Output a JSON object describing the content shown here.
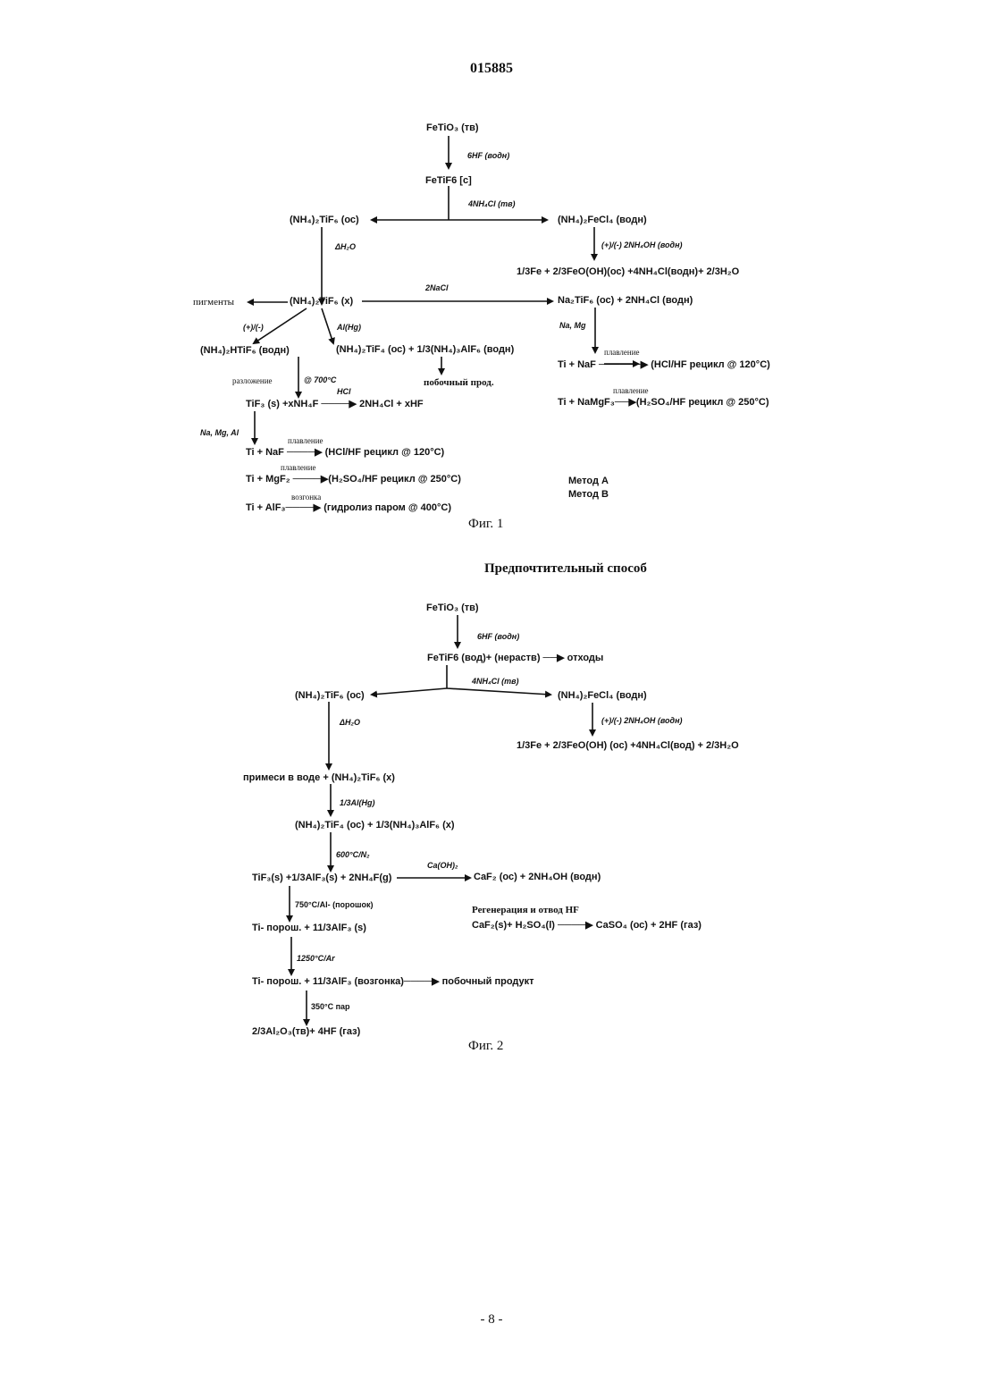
{
  "document_number": "015885",
  "page_number": "- 8 -",
  "fig1": {
    "caption": "Фиг. 1",
    "fetio3": "FeTiO₃ (тв)",
    "hf": "6HF (водн)",
    "fetif6": "FeTiF6 [c]",
    "nh4cl": "4NH₄Cl (тв)",
    "left_salt": "(NH₄)₂TiF₆ (ос)",
    "right_salt": "(NH₄)₂FeCl₄ (водн)",
    "dh2o": "ΔH₂O",
    "nh4oh": "(+)/(-) 2NH₄OH (водн)",
    "fe_products": "1/3Fe + 2/3FeO(OH)(ос)   +4NH₄Cl(водн)+ 2/3H₂O",
    "nacl": "2NaCl",
    "pigments": "пигменты",
    "center_salt": "(NH₄)₂TiF₆ (х)",
    "na2tif6": "Na₂TiF₆ (ос)  + 2NH₄Cl (водн)",
    "plus_minus": "(+)/(-)",
    "alhg": "Al(Hg)",
    "namg": "Na, Mg",
    "htif6": "(NH₄)₂HTiF₆ (водн)",
    "tif4": "(NH₄)₂TiF₄ (ос)  +  1/3(NH₄)₃AlF₆ (водн)",
    "plavlenie_r1": "плавление",
    "ti_naf_r": "Ti + NaF  ──────▶  (HCl/HF рецикл    @ 120°C)",
    "razlozhenie": "разложение",
    "at700": "@ 700°C",
    "hcl": "HCl",
    "byproduct": "побочный прод.",
    "plavlenie_r2": "плавление",
    "ti_namgf3": "Ti + NaMgF₃──▶(H₂SO₄/HF рецикл  @ 250°C)",
    "tif3": "TiF₃ (s) +xNH₄F  ────▶  2NH₄Cl + xHF",
    "namgal": "Na, Mg, Al",
    "plavlenie1": "плавление",
    "ti_naf": "Ti + NaF ────▶ (HCl/HF рецикл   @ 120°C)",
    "plavlenie2": "плавление",
    "ti_mgf2": "Ti + MgF₂ ────▶(H₂SO₄/HF рецикл   @ 250°C)",
    "vozgonka": "возгонка",
    "ti_alf3": "Ti + AlF₃────▶ (гидролиз паром   @ 400°C)",
    "method_a": "Метод А",
    "method_b": "Метод В"
  },
  "fig2": {
    "title": "Предпочтительный способ",
    "caption": "Фиг. 2",
    "fetio3": "FeTiO₃ (тв)",
    "hf": "6HF (водн)",
    "fetif6": "FeTiF6 (вод)+ (нераств)  ──▶  отходы",
    "nh4cl": "4NH₄Cl (тв)",
    "left_salt": "(NH₄)₂TiF₆ (ос)",
    "right_salt": "(NH₄)₂FeCl₄ (водн)",
    "dh2o": "ΔH₂O",
    "nh4oh": "(+)/(-) 2NH₄OH (водн)",
    "fe_products": "1/3Fe + 2/3FeO(OH) (ос)    +4NH₄Cl(вод) + 2/3H₂O",
    "impurities": "примеси в воде + (NH₄)₂TiF₆ (х)",
    "al_hg": "1/3Al(Hg)",
    "tif4": "(NH₄)₂TiF₄ (ос)   +  1/3(NH₄)₃AlF₆ (х)",
    "n2": "600°C/N₂",
    "caoh2": "Ca(OH)₂",
    "tif3": "TiF₃(s) +1/3AlF₃(s) + 2NH₄F(g)",
    "caf2": "CaF₂ (ос)   + 2NH₄OH (водн)",
    "al_powder": "750°C/Al- (порошок)",
    "regen": "Регенерация и отвод HF",
    "ti_powder": "Ti- порош. + 11/3AlF₃ (s)",
    "caf2_h2so4": "CaF₂(s)+ H₂SO₄(l) ────▶ CaSO₄ (ос)  + 2HF (газ)",
    "ar": "1250°C/Ar",
    "ti_sublim": "Ti- порош. + 11/3AlF₃ (возгонка)────▶ побочный продукт",
    "steam": "350°C  пар",
    "final": "2/3Al₂O₃(тв)+ 4HF  (газ)"
  }
}
